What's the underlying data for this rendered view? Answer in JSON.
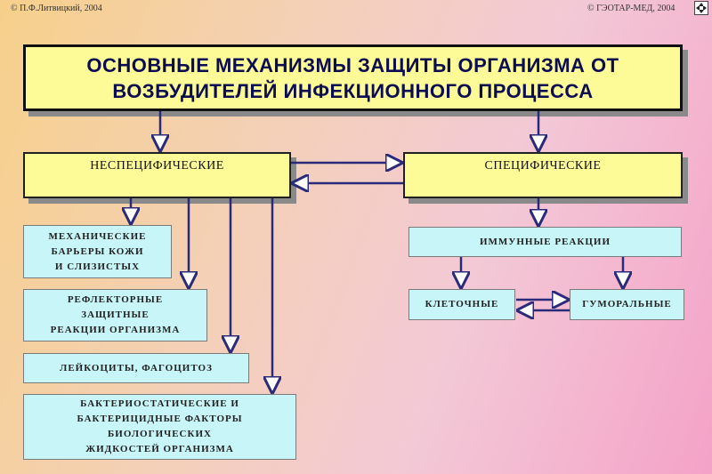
{
  "header": {
    "left_caption": "© П.Ф.Литвицкий, 2004",
    "right_caption": "© ГЭОТАР-МЕД, 2004"
  },
  "title": "ОСНОВНЫЕ МЕХАНИЗМЫ ЗАЩИТЫ ОРГАНИЗМА ОТ\nВОЗБУДИТЕЛЕЙ ИНФЕКЦИОННОГО ПРОЦЕССА",
  "nonspecific": {
    "label": "НЕСПЕЦИФИЧЕСКИЕ",
    "items": [
      "МЕХАНИЧЕСКИЕ\nБАРЬЕРЫ КОЖИ\nИ СЛИЗИСТЫХ",
      "РЕФЛЕКТОРНЫЕ\nЗАЩИТНЫЕ\nРЕАКЦИИ ОРГАНИЗМА",
      "ЛЕЙКОЦИТЫ, ФАГОЦИТОЗ",
      "БАКТЕРИОСТАТИЧЕСКИЕ И\nБАКТЕРИЦИДНЫЕ ФАКТОРЫ\nБИОЛОГИЧЕСКИХ\nЖИДКОСТЕЙ ОРГАНИЗМА"
    ]
  },
  "specific": {
    "label": "СПЕЦИФИЧЕСКИЕ",
    "immune": "ИММУННЫЕ РЕАКЦИИ",
    "cellular": "КЛЕТОЧНЫЕ",
    "humoral": "ГУМОРАЛЬНЫЕ"
  },
  "colors": {
    "title_bg": "#fdfa98",
    "box_yellow": "#fdfa98",
    "box_cyan": "#c8f6f8",
    "arrow": "#2a2a7a"
  },
  "icons": {
    "nav": "nav-arrows-icon"
  }
}
